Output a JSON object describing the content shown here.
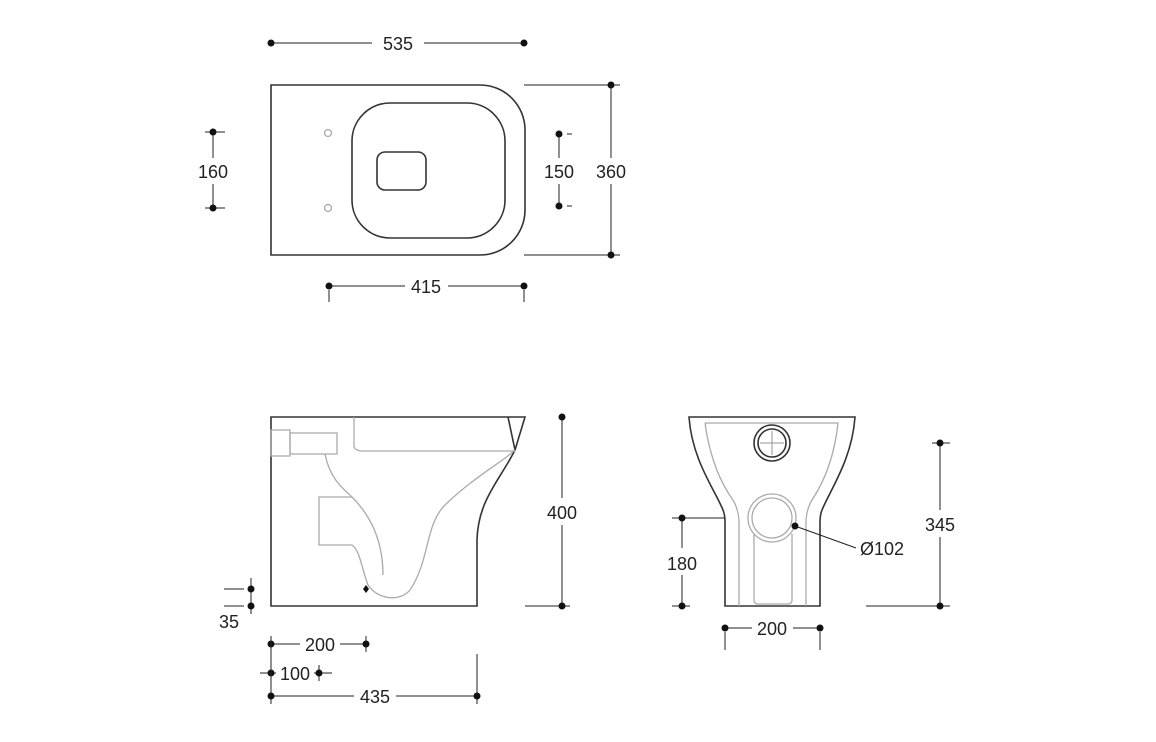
{
  "top_view": {
    "width_overall": "535",
    "fixing_spacing": "160",
    "seat_fixing": "150",
    "depth": "360",
    "bowl_length": "415"
  },
  "side_view": {
    "height": "400",
    "outlet_height": "35",
    "dim_200": "200",
    "dim_100": "100",
    "projection": "435"
  },
  "front_view": {
    "inlet_height": "180",
    "height": "345",
    "base_width": "200",
    "outlet_diameter": "Ø102"
  }
}
